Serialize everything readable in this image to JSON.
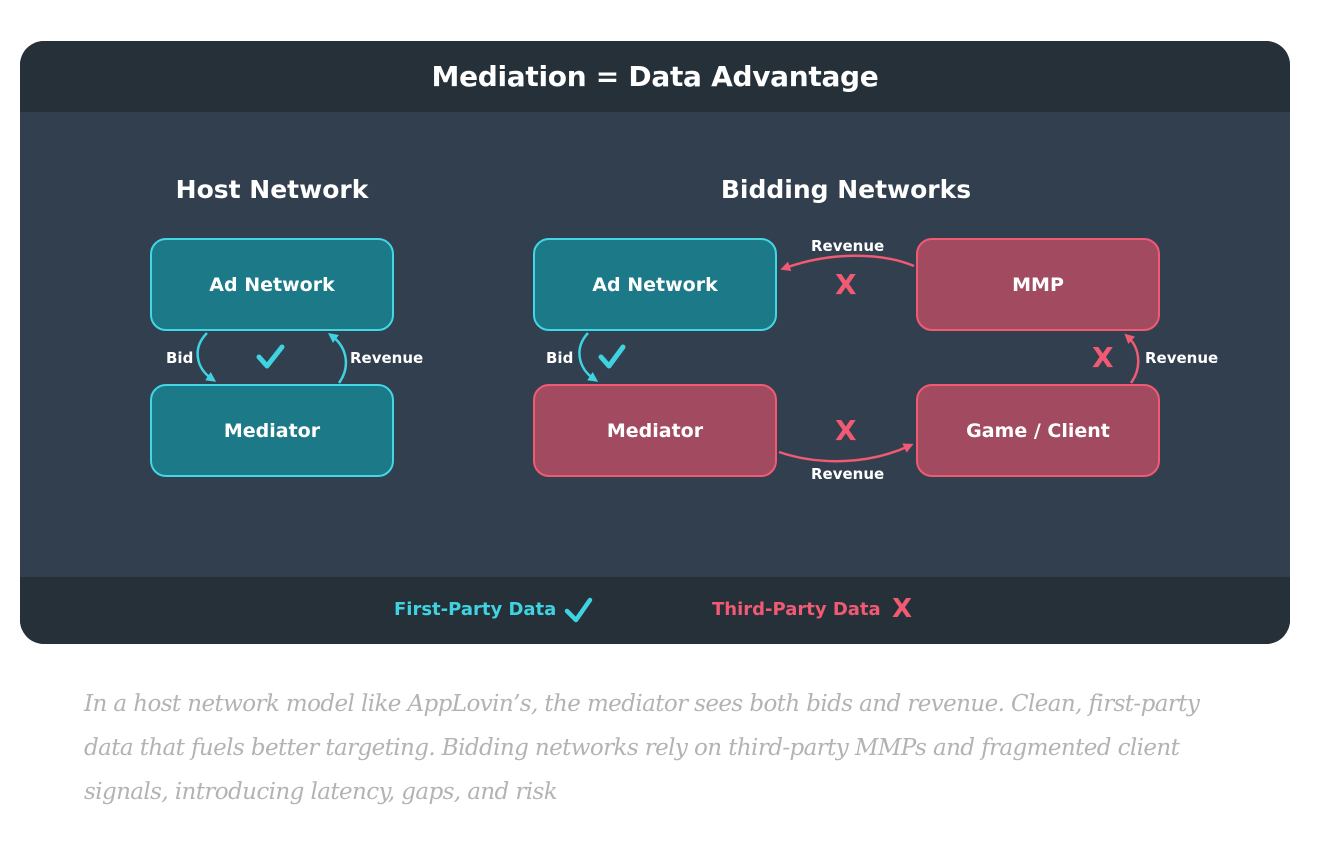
{
  "title": "Mediation = Data Advantage",
  "host": {
    "heading": "Host Network",
    "top_node": "Ad Network",
    "bottom_node": "Mediator",
    "left_label": "Bid",
    "right_label": "Revenue",
    "status": "check"
  },
  "bidding": {
    "heading": "Bidding Networks",
    "ad_network": "Ad Network",
    "mmp": "MMP",
    "mediator": "Mediator",
    "game_client": "Game / Client",
    "bid_label": "Bid",
    "revenue_top": "Revenue",
    "revenue_right": "Revenue",
    "revenue_bottom": "Revenue",
    "mark_first": "check",
    "mark_third": "x",
    "x_glyph": "X"
  },
  "legend": {
    "first_party": "First-Party Data",
    "third_party": "Third-Party Data",
    "x_glyph": "X"
  },
  "caption": "In a host network model like AppLovin’s, the mediator sees both bids and revenue. Clean, first-party data that fuels better targeting. Bidding networks rely on third-party MMPs and fragmented client signals, introducing latency, gaps, and risk",
  "colors": {
    "first_party": "#3fd3e1",
    "third_party": "#f05a73",
    "teal_node": "#1c7a88",
    "red_node": "#a24b60",
    "panel": "#313f4f",
    "header": "#263039"
  }
}
